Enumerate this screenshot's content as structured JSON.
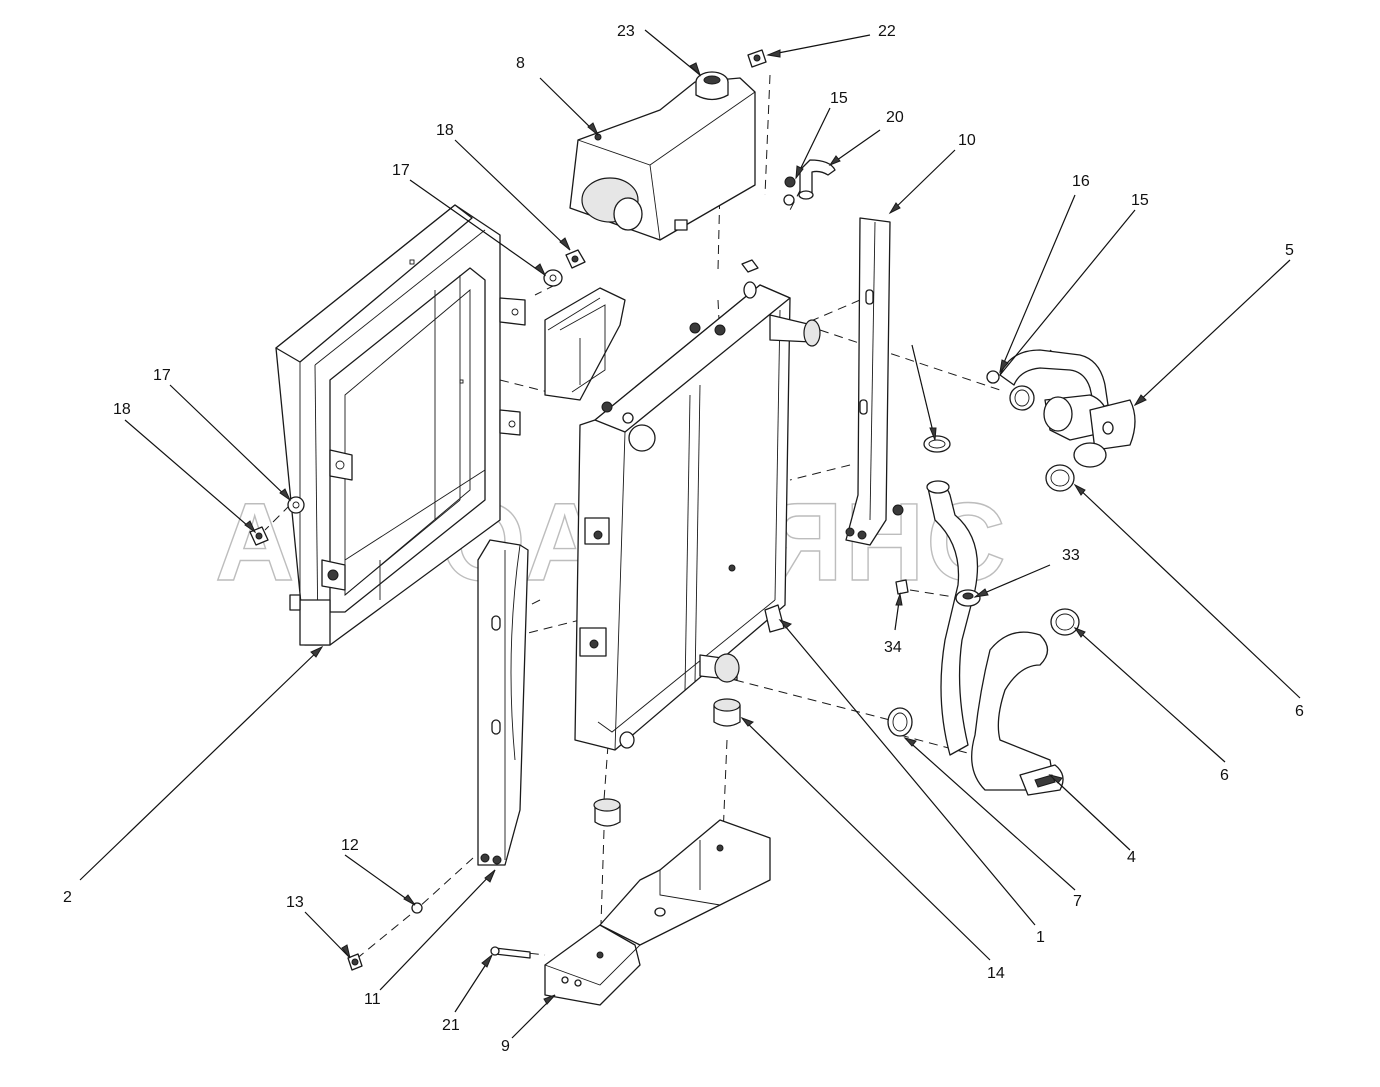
{
  "watermark": "АВТОАЛЬЯНС",
  "callouts": [
    {
      "id": "c23",
      "label": "23",
      "parts": "tank-cap"
    },
    {
      "id": "c22",
      "label": "22",
      "parts": "bleed-screw"
    },
    {
      "id": "c8",
      "label": "8",
      "parts": "expansion-tank"
    },
    {
      "id": "c15a",
      "label": "15",
      "parts": "clamp"
    },
    {
      "id": "c20",
      "label": "20",
      "parts": "elbow-fitting"
    },
    {
      "id": "c10",
      "label": "10",
      "parts": "right-side-bracket"
    },
    {
      "id": "c18a",
      "label": "18",
      "parts": "nut"
    },
    {
      "id": "c17a",
      "label": "17",
      "parts": "washer"
    },
    {
      "id": "c16",
      "label": "16",
      "parts": "hose-clamp"
    },
    {
      "id": "c15b",
      "label": "15",
      "parts": "clamp"
    },
    {
      "id": "c5",
      "label": "5",
      "parts": "upper-hose"
    },
    {
      "id": "c17b",
      "label": "17",
      "parts": "washer"
    },
    {
      "id": "c18b",
      "label": "18",
      "parts": "nut"
    },
    {
      "id": "c33",
      "label": "33",
      "parts": "clamp"
    },
    {
      "id": "c34",
      "label": "34",
      "parts": "bolt"
    },
    {
      "id": "c6a",
      "label": "6",
      "parts": "hose-clamp"
    },
    {
      "id": "c6b",
      "label": "6",
      "parts": "hose-clamp"
    },
    {
      "id": "c2",
      "label": "2",
      "parts": "fan-shroud"
    },
    {
      "id": "c4",
      "label": "4",
      "parts": "lower-hose"
    },
    {
      "id": "c12",
      "label": "12",
      "parts": "washer"
    },
    {
      "id": "c13",
      "label": "13",
      "parts": "bolt"
    },
    {
      "id": "c11",
      "label": "11",
      "parts": "left-side-bracket"
    },
    {
      "id": "c7",
      "label": "7",
      "parts": "hose-clamp"
    },
    {
      "id": "c1",
      "label": "1",
      "parts": "radiator-core"
    },
    {
      "id": "c14",
      "label": "14",
      "parts": "rubber-mount"
    },
    {
      "id": "c21",
      "label": "21",
      "parts": "bolt"
    },
    {
      "id": "c9",
      "label": "9",
      "parts": "bottom-support"
    }
  ]
}
